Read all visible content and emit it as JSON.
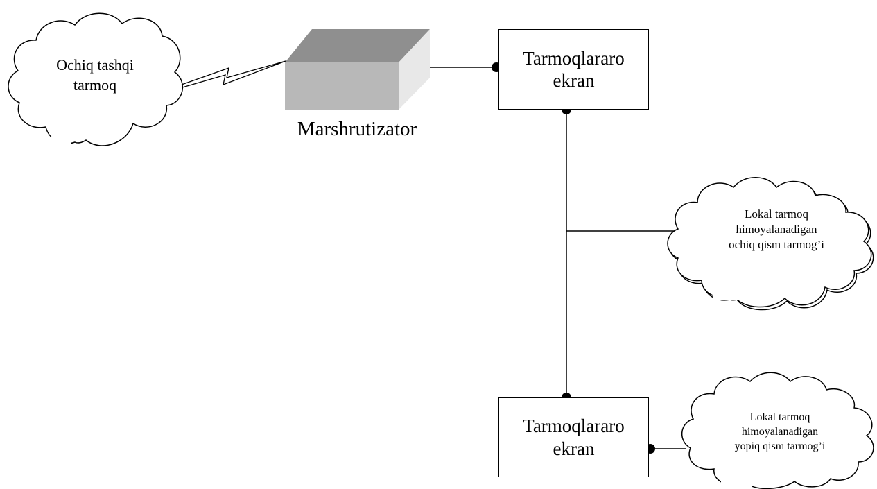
{
  "diagram": {
    "external_network": {
      "line1": "Ochiq tashqi",
      "line2": "tarmoq"
    },
    "router": {
      "label": "Marshrutizator"
    },
    "firewall_top": {
      "line1": "Tarmoqlararo",
      "line2": "ekran"
    },
    "firewall_bottom": {
      "line1": "Tarmoqlararo",
      "line2": "ekran"
    },
    "open_subnet": {
      "line1": "Lokal tarmoq",
      "line2": "himoyalanadigan",
      "line3": "ochiq qism tarmog’i"
    },
    "closed_subnet": {
      "line1": "Lokal tarmoq",
      "line2": "himoyalanadigan",
      "line3": "yopiq qism tarmog’i"
    }
  },
  "colors": {
    "router_top": "#8f8f8f",
    "router_front": "#b5b5b5",
    "router_side": "#e6e6e6",
    "line": "#000000"
  }
}
